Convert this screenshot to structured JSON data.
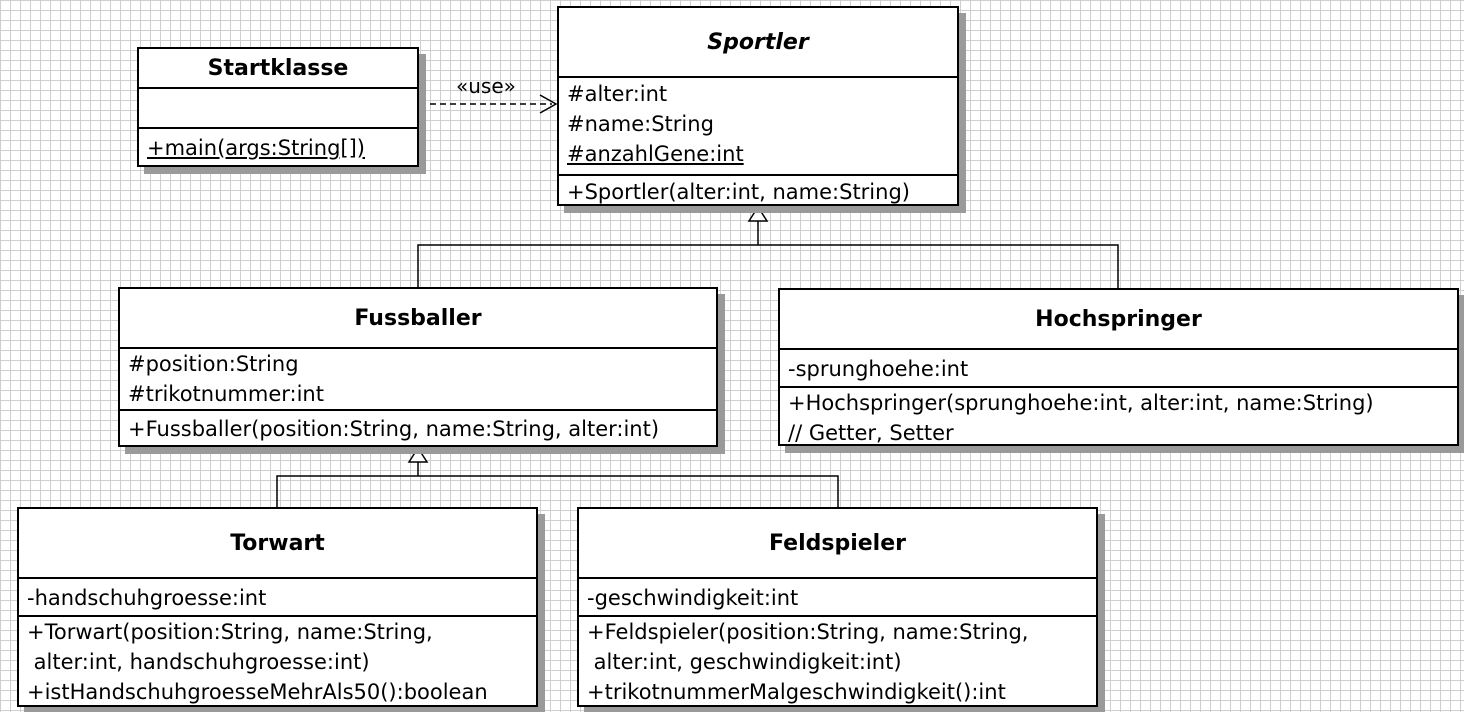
{
  "classes": {
    "startklasse": {
      "name": "Startklasse",
      "methods": [
        "+main(args:String[])"
      ]
    },
    "sportler": {
      "name": "Sportler",
      "attributes": [
        "#alter:int",
        "#name:String",
        "#anzahlGene:int"
      ],
      "methods": [
        "+Sportler(alter:int, name:String)"
      ]
    },
    "fussballer": {
      "name": "Fussballer",
      "attributes": [
        "#position:String",
        "#trikotnummer:int"
      ],
      "methods": [
        "+Fussballer(position:String, name:String, alter:int)"
      ]
    },
    "hochspringer": {
      "name": "Hochspringer",
      "attributes": [
        "-sprunghoehe:int"
      ],
      "methods": [
        "+Hochspringer(sprunghoehe:int, alter:int, name:String)",
        "// Getter, Setter"
      ]
    },
    "torwart": {
      "name": "Torwart",
      "attributes": [
        "-handschuhgroesse:int"
      ],
      "methods": [
        "+Torwart(position:String, name:String,",
        " alter:int, handschuhgroesse:int)",
        "+istHandschuhgroesseMehrAls50():boolean"
      ]
    },
    "feldspieler": {
      "name": "Feldspieler",
      "attributes": [
        "-geschwindigkeit:int"
      ],
      "methods": [
        "+Feldspieler(position:String, name:String,",
        " alter:int, geschwindigkeit:int)",
        "+trikotnummerMalgeschwindigkeit():int"
      ]
    }
  },
  "relations": {
    "use_stereotype": "«use»"
  }
}
